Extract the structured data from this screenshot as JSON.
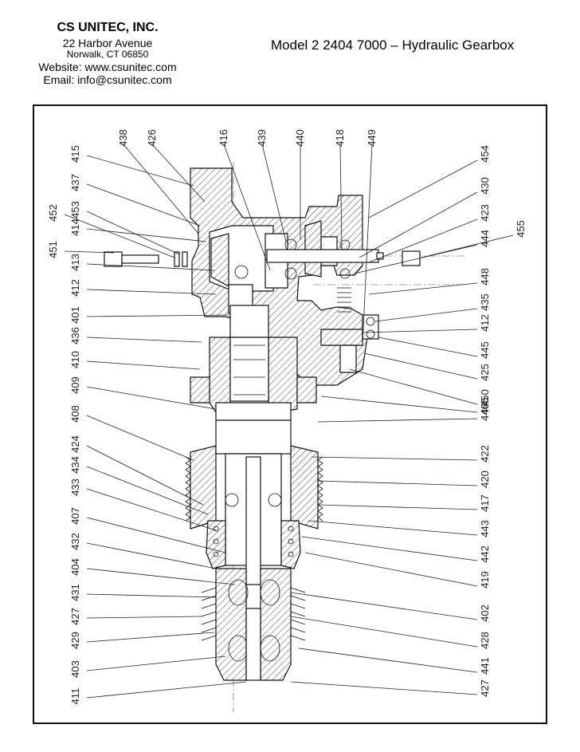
{
  "header": {
    "company": "CS UNITEC, INC.",
    "address_line1": "22 Harbor Avenue",
    "address_line2": "Norwalk, CT 06850",
    "website": "Website: www.csunitec.com",
    "email": "Email: info@csunitec.com",
    "title": "Model 2 2404 7000 – Hydraulic Gearbox"
  },
  "diagram": {
    "top_callouts": [
      "438",
      "426",
      "416",
      "439",
      "440",
      "418",
      "449"
    ],
    "right_callouts": [
      "454",
      "430",
      "423",
      "455",
      "444",
      "448",
      "435",
      "412",
      "445",
      "425",
      "450",
      "405",
      "446",
      "422",
      "420",
      "417",
      "443",
      "442",
      "419",
      "402",
      "428",
      "441",
      "427"
    ],
    "left_callouts": [
      "415",
      "437",
      "453",
      "452",
      "451",
      "414",
      "413",
      "412",
      "401",
      "436",
      "410",
      "409",
      "408",
      "424",
      "434",
      "433",
      "407",
      "432",
      "404",
      "431",
      "427",
      "429",
      "403",
      "411"
    ]
  }
}
